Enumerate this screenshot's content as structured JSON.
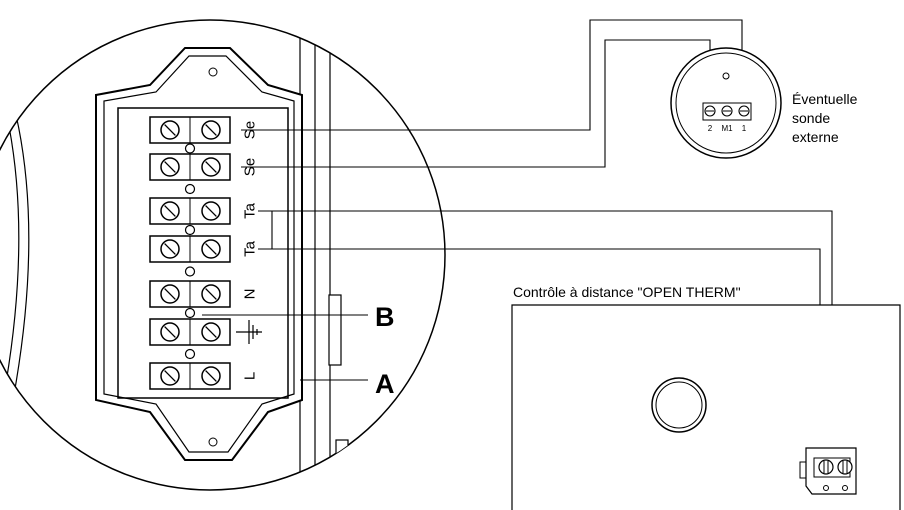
{
  "terminals": [
    "Se",
    "Se",
    "Ta",
    "Ta",
    "N",
    "earth-symbol-icon",
    "L"
  ],
  "callouts": {
    "b": "B",
    "a": "A"
  },
  "sensor": {
    "caption_lines": [
      "Éventuelle",
      "sonde",
      "externe"
    ],
    "pins": [
      "2",
      "M1",
      "1"
    ]
  },
  "remote": {
    "title": "Contrôle à distance \"OPEN THERM\""
  }
}
